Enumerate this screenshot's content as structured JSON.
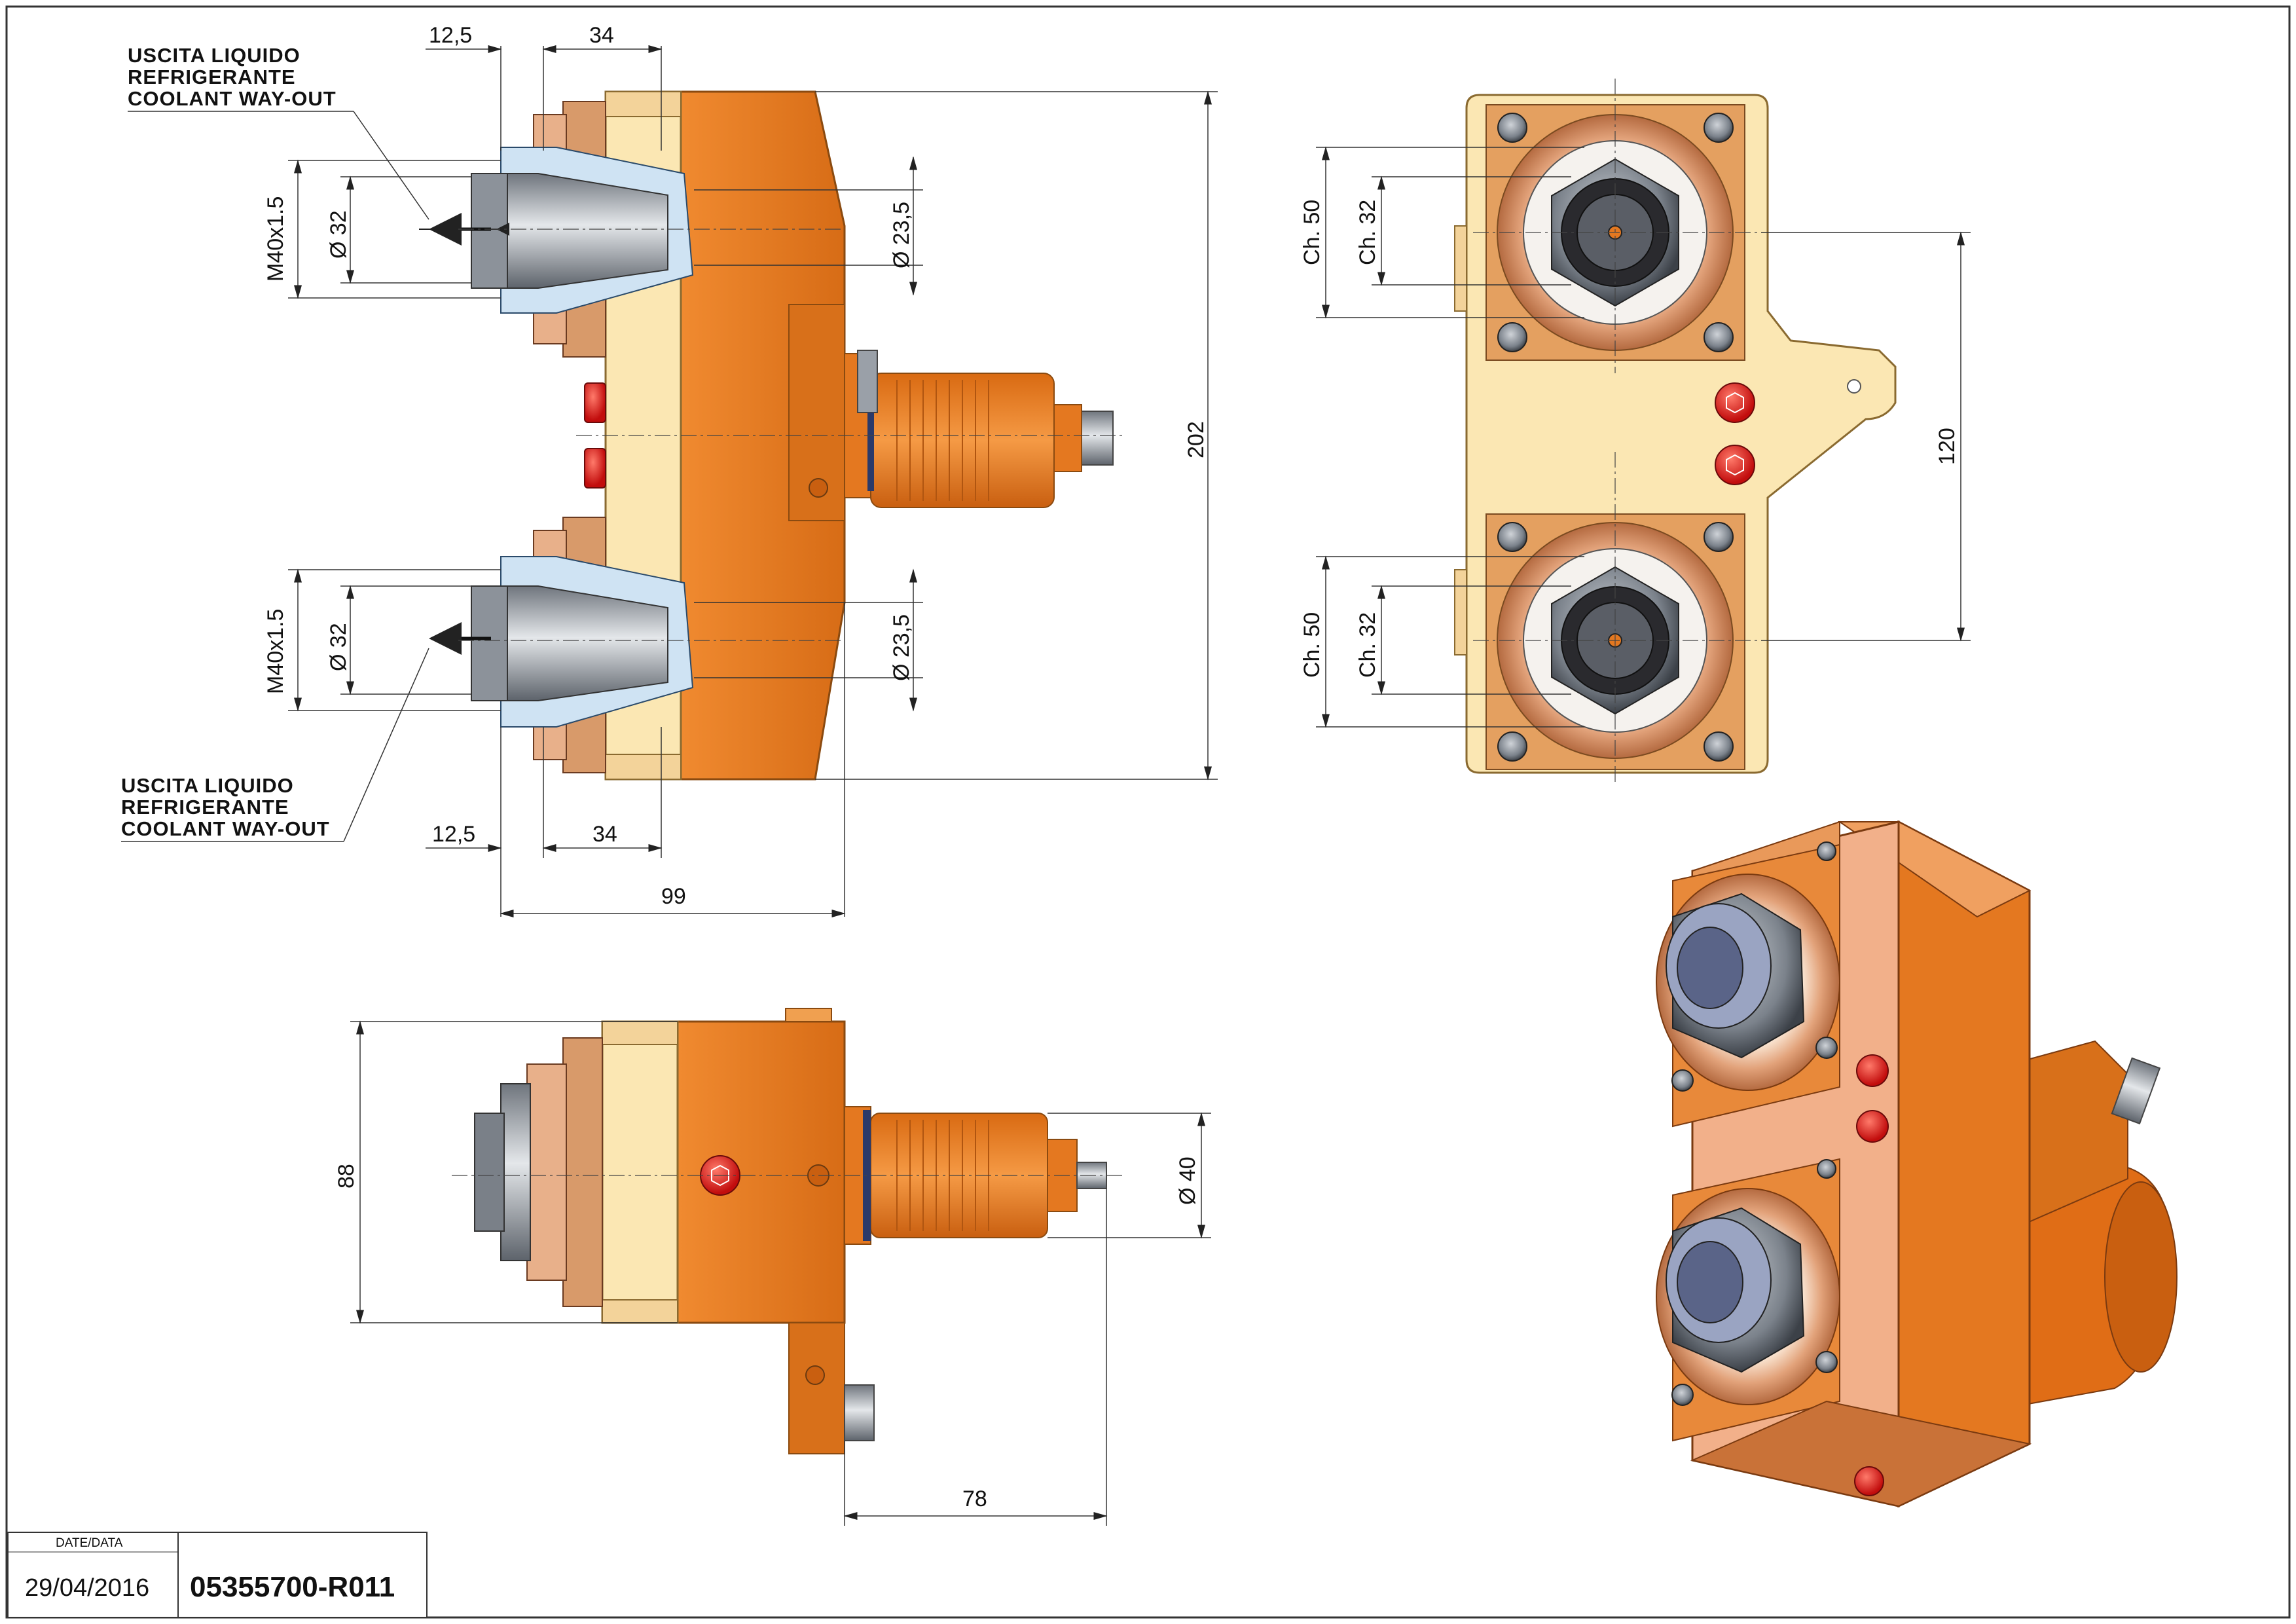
{
  "notes": {
    "coolant_top": [
      "USCITA LIQUIDO",
      "REFRIGERANTE",
      "COOLANT WAY-OUT"
    ],
    "coolant_bottom": [
      "USCITA LIQUIDO",
      "REFRIGERANTE",
      "COOLANT WAY-OUT"
    ]
  },
  "dimensions": {
    "top_12_5": "12,5",
    "top_34": "34",
    "bottom_12_5": "12,5",
    "bottom_34": "34",
    "width_99": "99",
    "height_202": "202",
    "thread_upper": "M40x1.5",
    "dia32_upper": "Ø 32",
    "dia23_upper": "Ø 23,5",
    "thread_lower": "M40x1.5",
    "dia32_lower": "Ø 32",
    "dia23_lower": "Ø 23,5",
    "ch50_upper": "Ch. 50",
    "ch32_upper": "Ch. 32",
    "ch50_lower": "Ch. 50",
    "ch32_lower": "Ch. 32",
    "spacing_120": "120",
    "height_88": "88",
    "dia40": "Ø 40",
    "length_78": "78"
  },
  "title_block": {
    "date_label": "DATE/DATA",
    "date": "29/04/2016",
    "code": "05355700-R011"
  },
  "colors": {
    "body_orange": "#ea7a1c",
    "body_shadow": "#c95f10",
    "cream": "#fbe7b3",
    "flange": "#d89a6a",
    "steel": "#9aa0a8",
    "red_plug": "#e01818",
    "section": "#cfe3f3"
  }
}
